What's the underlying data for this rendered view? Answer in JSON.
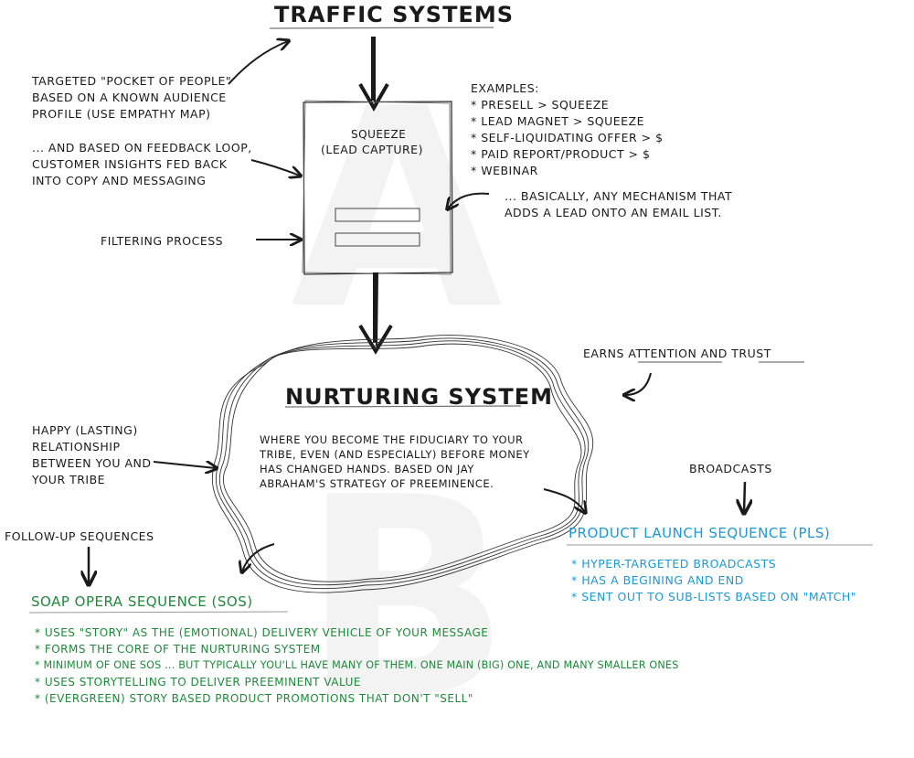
{
  "watermark": {
    "letter_top": "A",
    "letter_bottom": "B"
  },
  "traffic": {
    "title": "Traffic Systems"
  },
  "squeeze": {
    "title_line1": "Squeeze",
    "title_line2": "(Lead Capture)"
  },
  "left_notes": {
    "pocket": [
      "Targeted \"Pocket of People\"",
      "based on a known audience",
      "profile (use empathy map)"
    ],
    "feedback": [
      "... and based on feedback loop,",
      "customer insights fed back",
      "into copy and messaging"
    ],
    "filtering": "Filtering Process"
  },
  "examples": {
    "heading": "Examples:",
    "items": [
      "* Presell > Squeeze",
      "* Lead Magnet > Squeeze",
      "* Self-Liquidating Offer > $",
      "* Paid Report/Product > $",
      "* Webinar"
    ]
  },
  "mechanism": [
    "... basically, any mechanism that",
    "adds a lead onto an email list."
  ],
  "nurturing": {
    "title": "Nurturing System",
    "description": [
      "Where you become the fiduciary to your",
      "tribe, even (and especially) before money",
      "has changed hands. Based on Jay",
      "Abraham's strategy of preeminence."
    ]
  },
  "earns": {
    "prefix": "Earns ",
    "attention": "Attention",
    "middle": " and ",
    "trust": "Trust"
  },
  "happy": [
    "Happy (lasting)",
    "relationship",
    "between you and",
    "your tribe"
  ],
  "broadcasts": "Broadcasts",
  "followup": "Follow-up Sequences",
  "pls": {
    "title": "Product Launch Sequence (PLS)",
    "items": [
      "* Hyper-targeted broadcasts",
      "* Has a begining and end",
      "* Sent out to sub-lists based on \"match\""
    ]
  },
  "sos": {
    "title": "Soap Opera Sequence (SOS)",
    "items": [
      "* Uses \"story\" as the (emotional) delivery vehicle of your message",
      "* Forms the core of the nurturing system",
      "* Minimum of one SOS ... but typically you'll have many of them. One main (big) one, and many smaller ones",
      "* Uses storytelling to deliver preeminent value",
      "* (Evergreen) Story based product promotions that don't \"sell\""
    ]
  },
  "colors": {
    "green": "#1d8a3a",
    "blue": "#1a9ad6",
    "ink": "#1a1a1a"
  }
}
